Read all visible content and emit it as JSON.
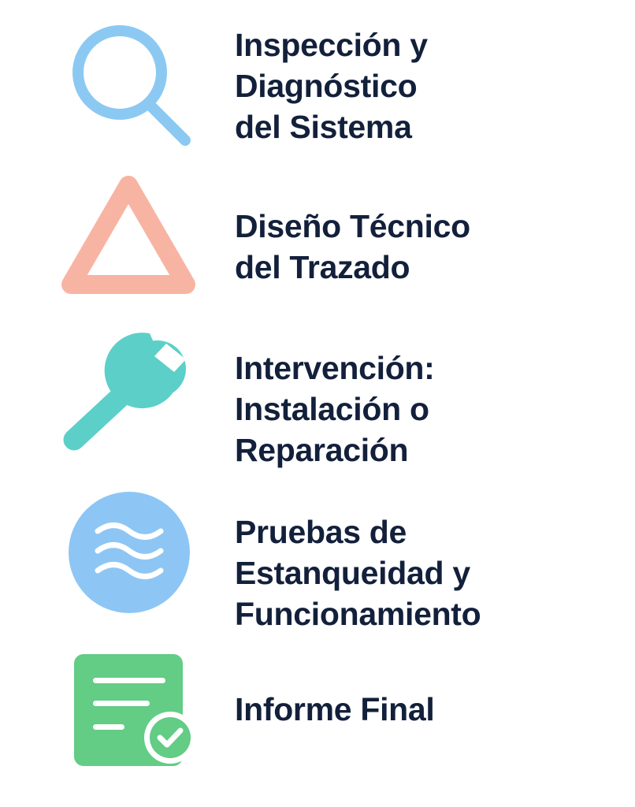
{
  "colors": {
    "text": "#13203b",
    "search_icon": "#8cc9f2",
    "triangle_icon": "#f8b4a3",
    "wrench_icon": "#5ccfc9",
    "water_icon": "#8dc6f4",
    "report_icon": "#63cc85"
  },
  "steps": [
    {
      "icon": "magnifying-glass-icon",
      "lines": [
        "Inspección y",
        "Diagnóstico",
        "del Sistema"
      ]
    },
    {
      "icon": "triangle-icon",
      "lines": [
        "Diseño Técnico",
        "del Trazado"
      ]
    },
    {
      "icon": "wrench-icon",
      "lines": [
        "Intervención:",
        "Instalación o",
        "Reparación"
      ]
    },
    {
      "icon": "water-waves-icon",
      "lines": [
        "Pruebas de",
        "Estanqueidad y",
        "Funcionamiento"
      ]
    },
    {
      "icon": "report-check-icon",
      "lines": [
        "Informe Final"
      ]
    }
  ]
}
